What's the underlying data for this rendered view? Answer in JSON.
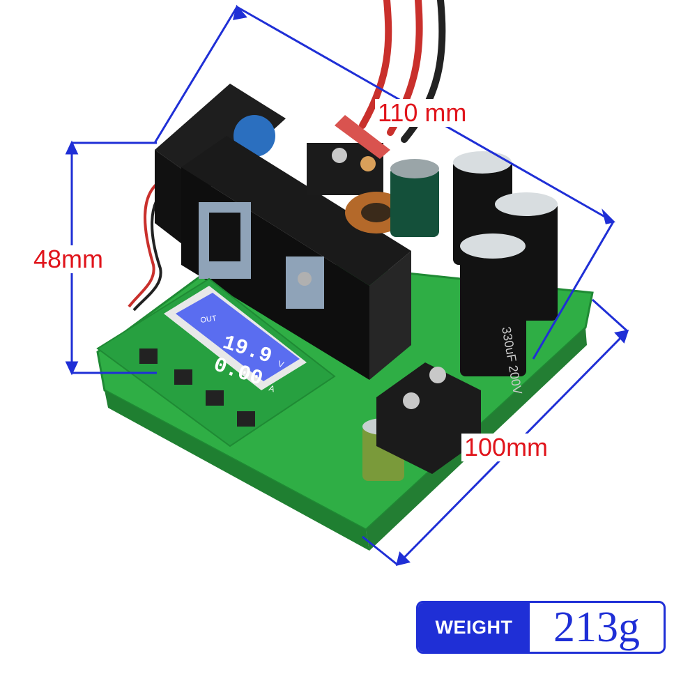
{
  "dimensions": {
    "length_label": "110 mm",
    "height_label": "48mm",
    "width_label": "100mm"
  },
  "lcd": {
    "mode_label": "OUT",
    "voltage_value": "19.9",
    "voltage_unit": "V",
    "current_value": "0.00",
    "current_unit": "A"
  },
  "capacitor_print": {
    "large_capacitor_text": "330uF 200V"
  },
  "weight": {
    "label": "WEIGHT",
    "value": "213g"
  },
  "colors": {
    "dimension_red": "#e0141b",
    "dimension_line_blue": "#1f2fd6",
    "pcb_green": "#2fae45",
    "lcd_blue": "#5a6df0"
  }
}
